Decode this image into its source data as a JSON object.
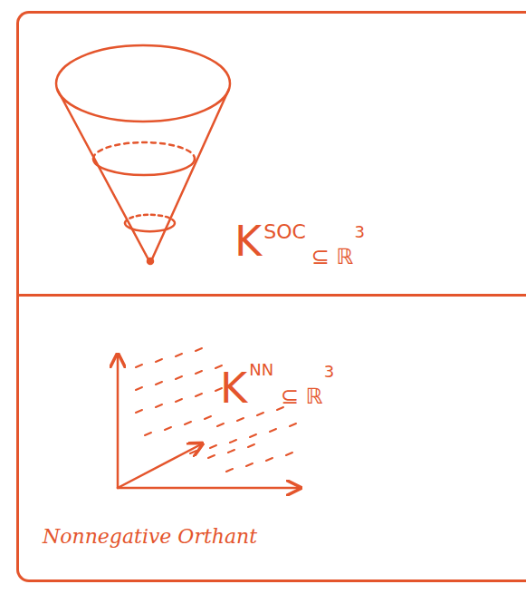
{
  "diagram": {
    "nodes": [
      {
        "text": [
          "K",
          "SOC",
          "⊆ ℝ",
          "3"
        ]
      },
      {
        "text": [
          "K",
          "NN",
          "⊆ ℝ",
          "3",
          "Nonnegative Orthant"
        ]
      }
    ]
  }
}
